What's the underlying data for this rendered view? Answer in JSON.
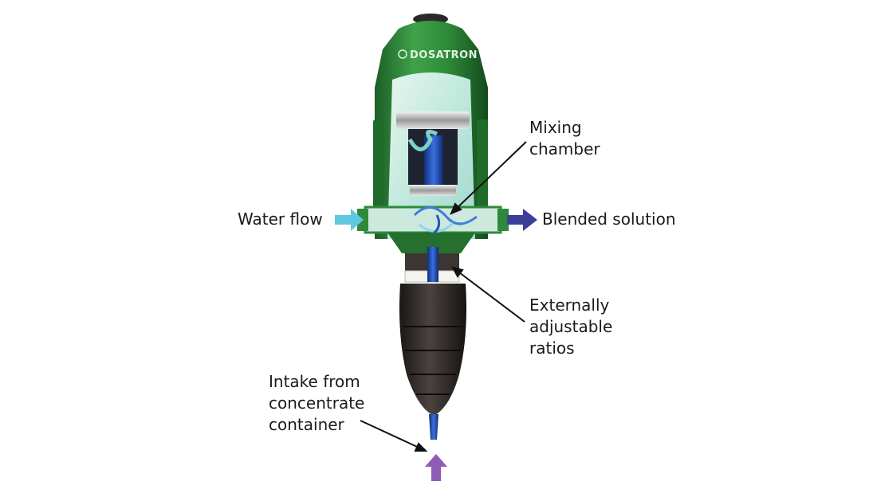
{
  "brand": "DOSATRON",
  "labels": {
    "water_flow": "Water flow",
    "blended_solution": "Blended solution",
    "mixing_chamber": "Mixing\nchamber",
    "adjustable_ratios": "Externally\nadjustable\nratios",
    "intake": "Intake from\nconcentrate\ncontainer"
  },
  "colors": {
    "water_flow_arrow": "#5ec8e0",
    "blended_arrow": "#3b3f99",
    "intake_arrow": "#8e5bb5",
    "body_green": "#2e8a3a",
    "cutaway_fluid": "#bfe8dc",
    "piston_blue": "#1f4fb8",
    "suction_tube": "#2e2a28"
  }
}
